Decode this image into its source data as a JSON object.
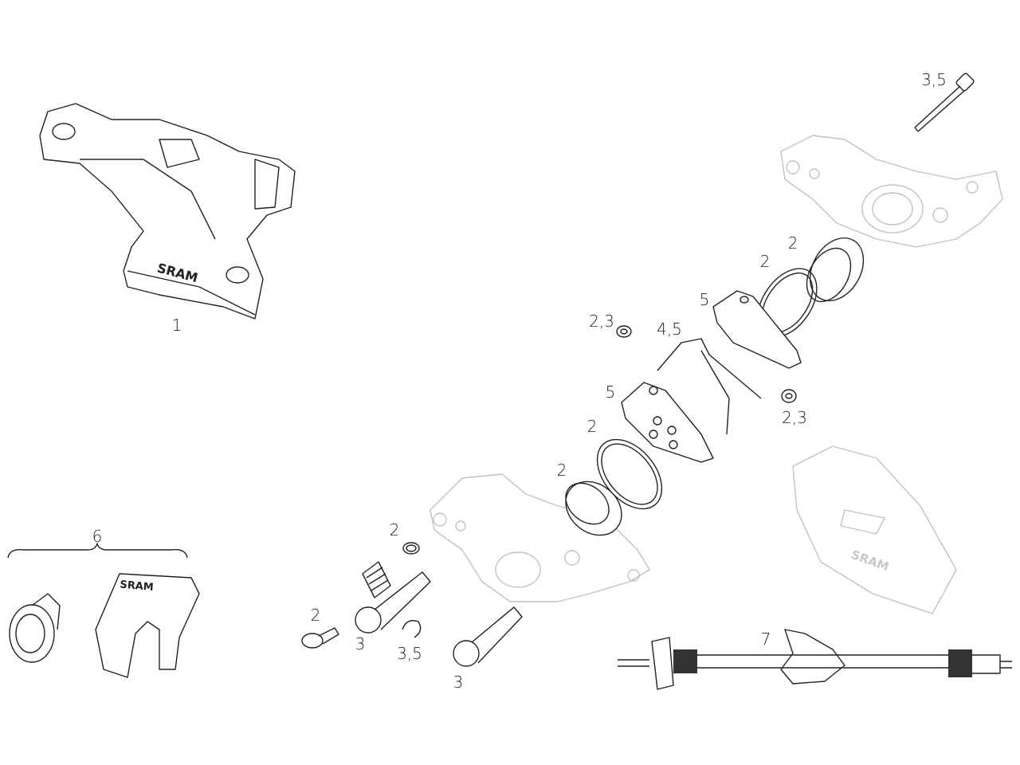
{
  "callouts": [
    {
      "id": "caliper-assembly",
      "text": "1"
    },
    {
      "id": "caliper-bolt-top",
      "text": "3,5"
    },
    {
      "id": "piston-right",
      "text": "2"
    },
    {
      "id": "seal-right",
      "text": "2"
    },
    {
      "id": "pad-right",
      "text": "5"
    },
    {
      "id": "washer-left",
      "text": "2,3"
    },
    {
      "id": "pad-spring",
      "text": "4,5"
    },
    {
      "id": "pad-left",
      "text": "5"
    },
    {
      "id": "washer-right",
      "text": "2,3"
    },
    {
      "id": "seal-left",
      "text": "2"
    },
    {
      "id": "piston-left",
      "text": "2"
    },
    {
      "id": "hose-kit",
      "text": "6"
    },
    {
      "id": "o-ring",
      "text": "2"
    },
    {
      "id": "bleed-screw",
      "text": "2"
    },
    {
      "id": "mount-bolt-short",
      "text": "3"
    },
    {
      "id": "retaining-clip",
      "text": "3,5"
    },
    {
      "id": "mount-bolt-long",
      "text": "3"
    },
    {
      "id": "bleed-tool",
      "text": "7"
    }
  ],
  "logos": [
    "SRAM",
    "SRAM",
    "SRAM"
  ],
  "colors": {
    "line": "#222222",
    "ghost": "#bfc3c3"
  }
}
